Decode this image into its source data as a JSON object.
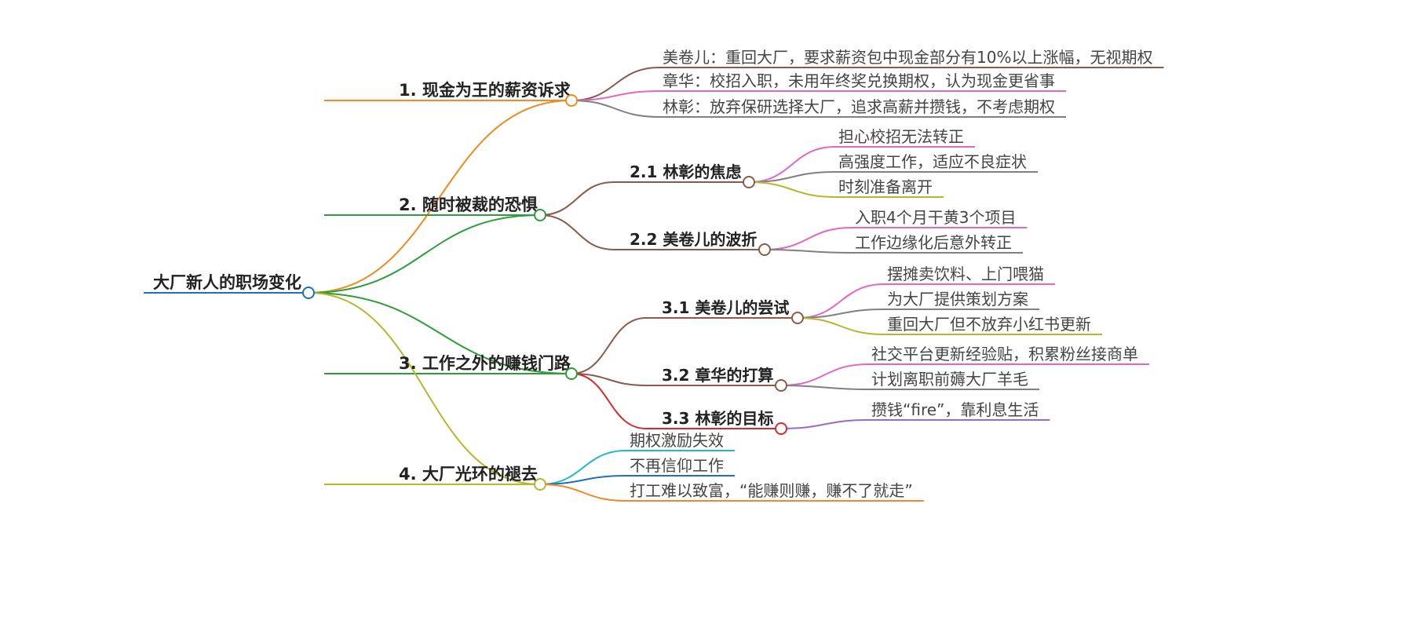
{
  "mindmap": {
    "root": {
      "label": "大厂新人的职场变化",
      "color": "#1f6fbf"
    },
    "branches": [
      {
        "label": "1. 现金为王的薪资诉求",
        "color": "#f28a22",
        "children": [
          {
            "label": "美卷儿：重回大厂，要求薪资包中现金部分有10%以上涨幅，无视期权",
            "color": "#8a5a4a"
          },
          {
            "label": "章华：校招入职，未用年终奖兑换期权，认为现金更省事",
            "color": "#e068c0"
          },
          {
            "label": "林彰：放弃保研选择大厂，追求高薪并攒钱，不考虑期权",
            "color": "#808080"
          }
        ]
      },
      {
        "label": "2. 随时被裁的恐惧",
        "color": "#2e9e3a",
        "children": [
          {
            "label": "2.1 林彰的焦虑",
            "color": "#8a5a4a",
            "children": [
              {
                "label": "担心校招无法转正",
                "color": "#e068c0"
              },
              {
                "label": "高强度工作，适应不良症状",
                "color": "#808080"
              },
              {
                "label": "时刻准备离开",
                "color": "#b5b82a"
              }
            ]
          },
          {
            "label": "2.2 美卷儿的波折",
            "color": "#8a5a4a",
            "children": [
              {
                "label": "入职4个月干黄3个项目",
                "color": "#e068c0"
              },
              {
                "label": "工作边缘化后意外转正",
                "color": "#808080"
              }
            ]
          }
        ]
      },
      {
        "label": "3. 工作之外的赚钱门路",
        "color": "#2e9e3a",
        "children": [
          {
            "label": "3.1 美卷儿的尝试",
            "color": "#8a5a4a",
            "children": [
              {
                "label": "摆摊卖饮料、上门喂猫",
                "color": "#e068c0"
              },
              {
                "label": "为大厂提供策划方案",
                "color": "#808080"
              },
              {
                "label": "重回大厂但不放弃小红书更新",
                "color": "#b5b82a"
              }
            ]
          },
          {
            "label": "3.2 章华的打算",
            "color": "#8a5a4a",
            "children": [
              {
                "label": "社交平台更新经验贴，积累粉丝接商单",
                "color": "#e068c0"
              },
              {
                "label": "计划离职前薅大厂羊毛",
                "color": "#808080"
              }
            ]
          },
          {
            "label": "3.3 林彰的目标",
            "color": "#d62a2a",
            "children": [
              {
                "label": "攒钱“fire”，靠利息生活",
                "color": "#9a6ac8"
              }
            ]
          }
        ]
      },
      {
        "label": "4. 大厂光环的褪去",
        "color": "#b5b82a",
        "children": [
          {
            "label": "期权激励失效",
            "color": "#22b8cc"
          },
          {
            "label": "不再信仰工作",
            "color": "#1f6fbf"
          },
          {
            "label": "打工难以致富，“能赚则赚，赚不了就走”",
            "color": "#f28a22"
          }
        ]
      }
    ]
  }
}
